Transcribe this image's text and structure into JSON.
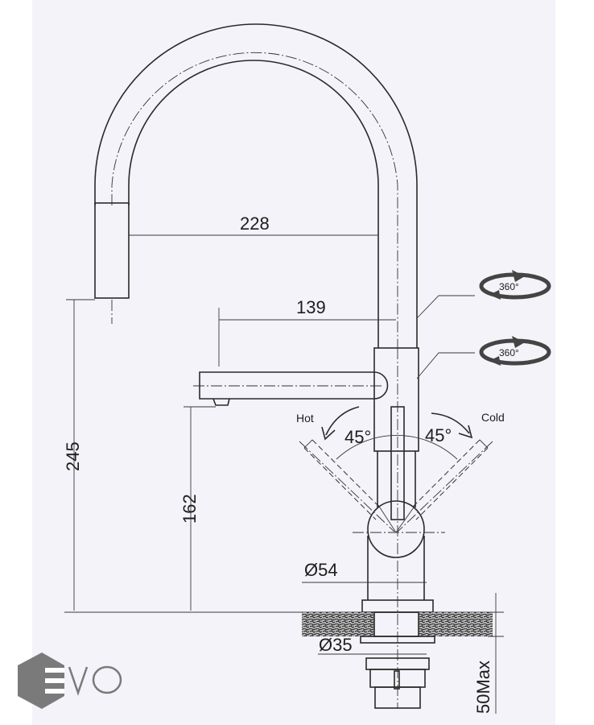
{
  "drawing": {
    "dimensions": {
      "spout_reach": "228",
      "side_spout_reach": "139",
      "spout_height": "245",
      "side_spout_height": "162",
      "body_diameter": "Ø54",
      "hole_diameter": "Ø35",
      "max_counter_thickness": "50Max"
    },
    "rotation_labels": [
      "360°",
      "360°"
    ],
    "lever": {
      "hot_label": "Hot",
      "cold_label": "Cold",
      "hot_angle": "45°",
      "cold_angle": "45°"
    }
  },
  "logo": {
    "text": "EVO"
  },
  "colors": {
    "background": "#f3f3f9",
    "line": "#2a2a2a",
    "logo": "#7a7a7a"
  }
}
